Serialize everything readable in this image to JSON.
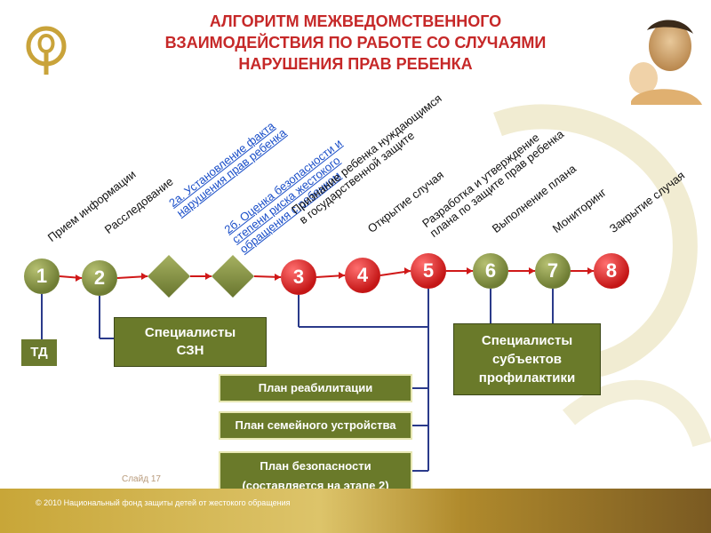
{
  "title_lines": [
    "АЛГОРИТМ МЕЖВЕДОМСТВЕННОГО",
    "ВЗАИМОДЕЙСТВИЯ ПО РАБОТЕ СО СЛУЧАЯМИ",
    "НАРУШЕНИЯ ПРАВ РЕБЕНКА"
  ],
  "colors": {
    "title": "#c62828",
    "olive": "#6a7a2a",
    "red": "#c41616",
    "link": "#1a4ec8",
    "line": "#2a3a8a",
    "arrow": "#d01818"
  },
  "steps": [
    {
      "lines": [
        "Прием информации"
      ],
      "link": false
    },
    {
      "lines": [
        "Расследование"
      ],
      "link": false
    },
    {
      "lines": [
        "2а. Установление факта",
        "нарушения прав ребенка"
      ],
      "link": true
    },
    {
      "lines": [
        "2б. Оценка безопасности и",
        "степени риска жестокого",
        "обращения с ребенком"
      ],
      "link": true
    },
    {
      "lines": [
        "Признание ребенка нуждающимся",
        "в государственной защите"
      ],
      "link": false
    },
    {
      "lines": [
        "Открытие случая"
      ],
      "link": false
    },
    {
      "lines": [
        "Разработка и утверждение",
        "плана по защите прав ребенка"
      ],
      "link": false
    },
    {
      "lines": [
        "Выполнение плана"
      ],
      "link": false
    },
    {
      "lines": [
        "Мониторинг"
      ],
      "link": false
    },
    {
      "lines": [
        "Закрытие случая"
      ],
      "link": false
    }
  ],
  "nodes": [
    {
      "kind": "circle",
      "label": "1",
      "color": "olive"
    },
    {
      "kind": "circle",
      "label": "2",
      "color": "olive"
    },
    {
      "kind": "diamond"
    },
    {
      "kind": "diamond"
    },
    {
      "kind": "circle",
      "label": "3",
      "color": "red"
    },
    {
      "kind": "circle",
      "label": "4",
      "color": "red"
    },
    {
      "kind": "circle",
      "label": "5",
      "color": "red"
    },
    {
      "kind": "circle",
      "label": "6",
      "color": "olive"
    },
    {
      "kind": "circle",
      "label": "7",
      "color": "olive"
    },
    {
      "kind": "circle",
      "label": "8",
      "color": "red"
    }
  ],
  "td_label": "ТД",
  "szn_lines": [
    "Специалисты",
    "СЗН"
  ],
  "prof_lines": [
    "Специалисты",
    "субъектов",
    "профилактики"
  ],
  "plans": [
    {
      "lines": [
        "План реабилитации"
      ]
    },
    {
      "lines": [
        "План семейного устройства"
      ]
    },
    {
      "lines": [
        "План безопасности",
        "(составляется на этапе 2)"
      ]
    }
  ],
  "slide_label": "Слайд 17",
  "copyright": "© 2010 Национальный фонд защиты детей от жестокого обращения"
}
